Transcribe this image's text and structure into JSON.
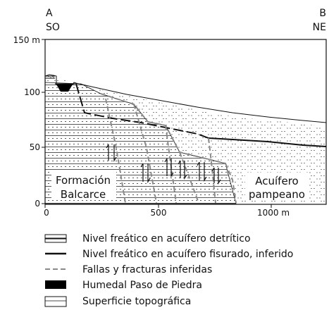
{
  "section": {
    "endpoint_left": {
      "letter": "A",
      "direction": "SO"
    },
    "endpoint_right": {
      "letter": "B",
      "direction": "NE"
    },
    "y_axis": {
      "ticks": [
        "150 m",
        "100",
        "50",
        "0"
      ]
    },
    "x_axis": {
      "ticks": [
        "0",
        "500",
        "1000 m"
      ]
    },
    "unit_labels": {
      "formacion_line1": "Formación",
      "formacion_line2": "Balcarce",
      "acuifero_line1": "Acuífero",
      "acuifero_line2": "pampeano"
    }
  },
  "legend": {
    "items": [
      {
        "symbol": "detritic-water-table",
        "label": "Nivel freático en acuífero detrítico"
      },
      {
        "symbol": "fissured-water-table",
        "label": "Nivel freático en acuífero fisurado, inferido"
      },
      {
        "symbol": "faults",
        "label": "Fallas y fracturas inferidas"
      },
      {
        "symbol": "wetland",
        "label": "Humedal Paso de Piedra"
      },
      {
        "symbol": "topographic-surface",
        "label": "Superficie topográfica"
      }
    ]
  },
  "colors": {
    "line": "#111111",
    "fault": "#8a8a8a",
    "wetland": "#000000",
    "background": "#ffffff"
  }
}
